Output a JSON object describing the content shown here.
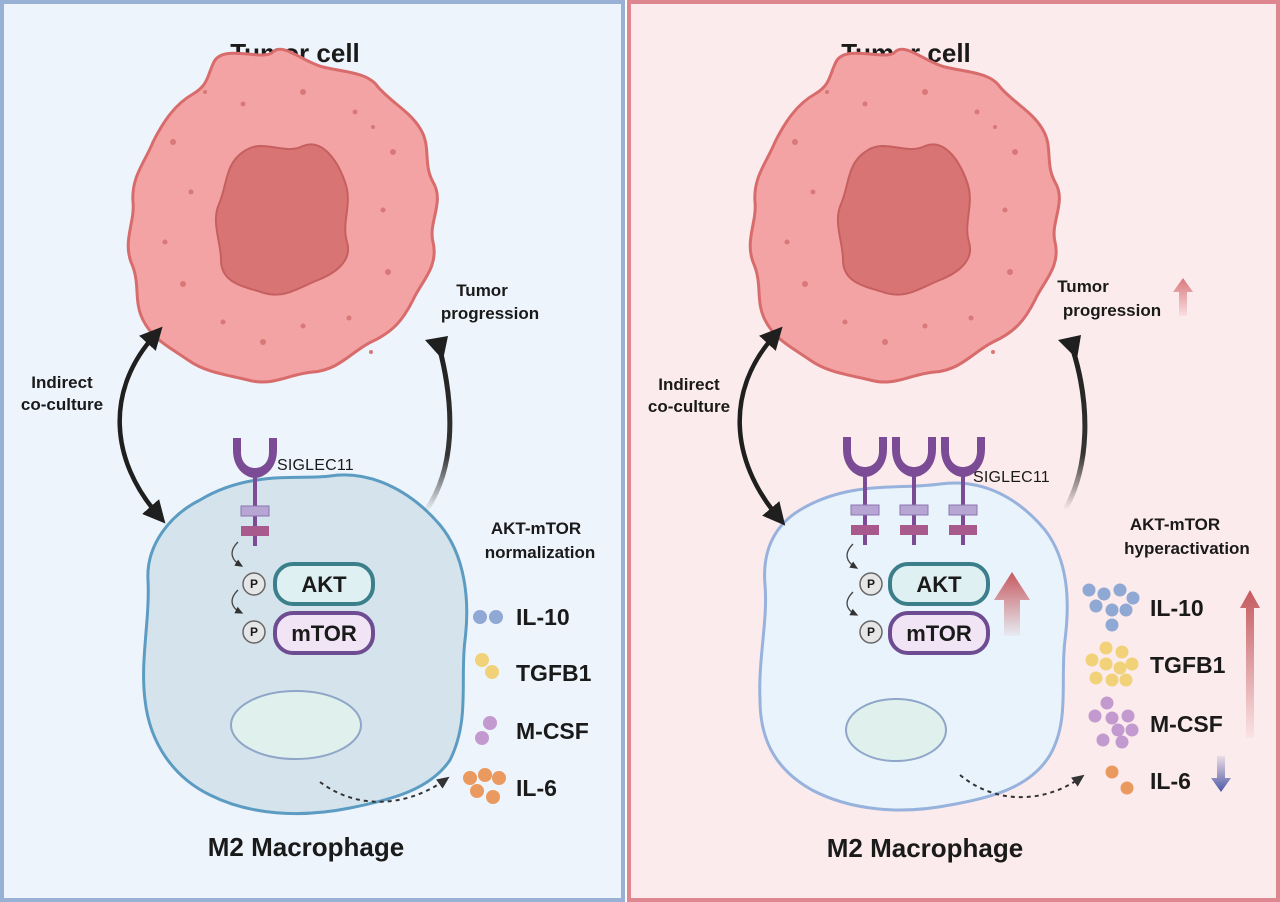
{
  "left_panel": {
    "tumor_title": "Tumor cell",
    "co_culture_line1": "Indirect",
    "co_culture_line2": "co-culture",
    "progression_line1": "Tumor",
    "progression_line2": "progression",
    "receptor_label": "SIGLEC11",
    "pathway_line1": "AKT-mTOR",
    "pathway_line2": "normalization",
    "akt_label": "AKT",
    "mtor_label": "mTOR",
    "phospho_label": "P",
    "cytokines": [
      "IL-10",
      "TGFB1",
      "M-CSF",
      "IL-6"
    ],
    "macrophage_title": "M2 Macrophage"
  },
  "right_panel": {
    "tumor_title": "Tumor cell",
    "co_culture_line1": "Indirect",
    "co_culture_line2": "co-culture",
    "progression_line1": "Tumor",
    "progression_line2": "progression",
    "receptor_label": "SIGLEC11",
    "pathway_line1": "AKT-mTOR",
    "pathway_line2": "hyperactivation",
    "akt_label": "AKT",
    "mtor_label": "mTOR",
    "phospho_label": "P",
    "cytokines": [
      "IL-10",
      "TGFB1",
      "M-CSF",
      "IL-6"
    ],
    "macrophage_title": "M2 Macrophage"
  },
  "colors": {
    "left_bg": "#eef4fb",
    "left_border": "#9ab1d6",
    "right_bg": "#fcebec",
    "right_border": "#df8790",
    "tumor_fill": "#f3a3a3",
    "tumor_nucleus": "#d87474",
    "il10": "#8fa8d4",
    "tgfb1": "#f1d279",
    "mcsf": "#c39ad0",
    "il6": "#ea9a5e",
    "up_arrow": "#c55a5f",
    "down_arrow": "#4f5aa6",
    "receptor": "#7b4c95"
  }
}
